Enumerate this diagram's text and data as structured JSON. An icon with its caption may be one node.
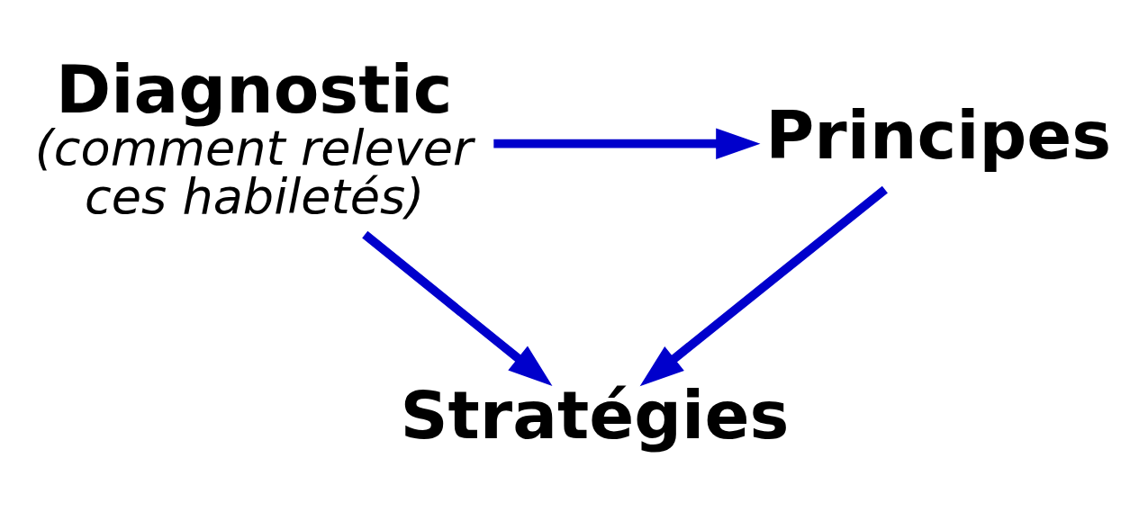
{
  "diagram": {
    "nodes": [
      {
        "text": [
          "Diagnostic",
          "(comment relever ces habiletés)"
        ]
      },
      {
        "text": [
          "Principes"
        ]
      },
      {
        "text": [
          "Stratégies"
        ]
      }
    ],
    "edges": [
      {
        "from": 0,
        "to": 1,
        "arrow": "to"
      },
      {
        "from": 0,
        "to": 2,
        "arrow": "to"
      },
      {
        "from": 1,
        "to": 2,
        "arrow": "to"
      }
    ]
  }
}
